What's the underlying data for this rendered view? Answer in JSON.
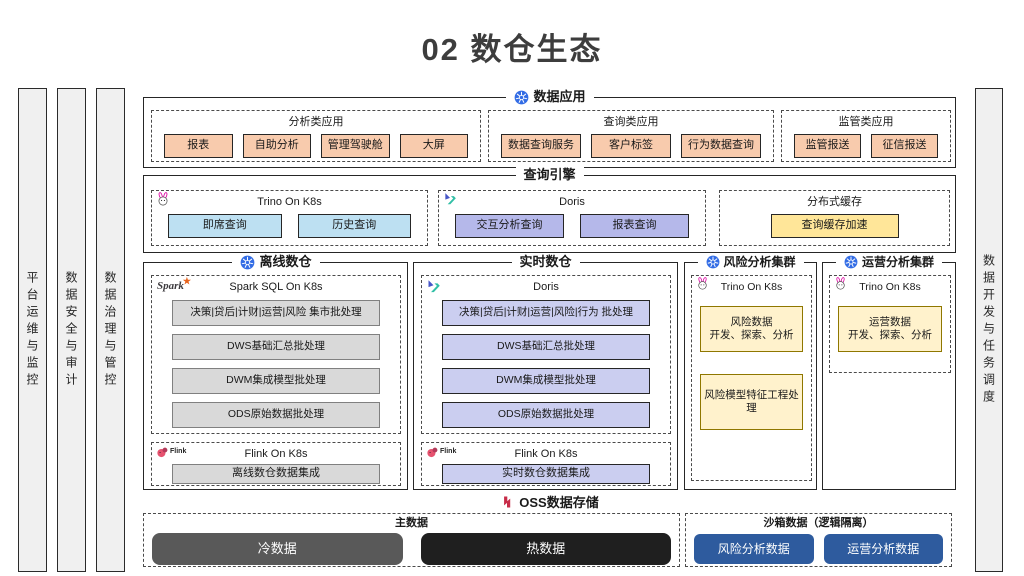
{
  "title": "02 数仓生态",
  "left_bars": [
    "平台运维与监控",
    "数据安全与审计",
    "数据治理与管控"
  ],
  "right_bar": "数据开发与任务调度",
  "data_app": {
    "title": "数据应用",
    "analysis": {
      "title": "分析类应用",
      "items": [
        "报表",
        "自助分析",
        "管理驾驶舱",
        "大屏"
      ]
    },
    "query": {
      "title": "查询类应用",
      "items": [
        "数据查询服务",
        "客户标签",
        "行为数据查询"
      ]
    },
    "regulatory": {
      "title": "监管类应用",
      "items": [
        "监管报送",
        "征信报送"
      ]
    }
  },
  "query_engine": {
    "title": "查询引擎",
    "trino": {
      "title": "Trino On K8s",
      "items": [
        "即席查询",
        "历史查询"
      ]
    },
    "doris": {
      "title": "Doris",
      "items": [
        "交互分析查询",
        "报表查询"
      ]
    },
    "cache": {
      "title": "分布式缓存",
      "items": [
        "查询缓存加速"
      ]
    }
  },
  "offline_dw": {
    "title": "离线数仓",
    "spark": {
      "title": "Spark SQL On K8s",
      "logo": "Spark",
      "items": [
        "决策|贷后|计财|运营|风险 集市批处理",
        "DWS基础汇总批处理",
        "DWM集成模型批处理",
        "ODS原始数据批处理"
      ]
    },
    "flink": {
      "title": "Flink On K8s",
      "logo": "Flink",
      "items": [
        "离线数仓数据集成"
      ]
    }
  },
  "realtime_dw": {
    "title": "实时数仓",
    "doris": {
      "title": "Doris",
      "items": [
        "决策|贷后|计财|运营|风险|行为 批处理",
        "DWS基础汇总批处理",
        "DWM集成模型批处理",
        "ODS原始数据批处理"
      ]
    },
    "flink": {
      "title": "Flink On K8s",
      "logo": "Flink",
      "items": [
        "实时数仓数据集成"
      ]
    }
  },
  "risk_cluster": {
    "title": "风险分析集群",
    "trino": {
      "title": "Trino On K8s",
      "items": [
        "风险数据\n开发、探索、分析",
        "风险模型特征工程处理"
      ]
    }
  },
  "ops_cluster": {
    "title": "运营分析集群",
    "trino": {
      "title": "Trino On K8s",
      "items": [
        "运营数据\n开发、探索、分析"
      ]
    }
  },
  "oss": {
    "title": "OSS数据存储",
    "primary": {
      "title": "主数据",
      "items": [
        "冷数据",
        "热数据"
      ]
    },
    "sandbox": {
      "title": "沙箱数据（逻辑隔离）",
      "items": [
        "风险分析数据",
        "运营分析数据"
      ]
    }
  },
  "icons": {
    "kubernetes-icon": "blue circle with white helm wheel",
    "trino-icon": "white bunny head with pink ears",
    "doris-icon": "blue triangle with teal ribbon",
    "spark-icon": "italic Spark wordmark with orange star",
    "flink-icon": "pink squirrel with Flink wordmark",
    "oss-storage-icon": "red MinIO-style glyph"
  },
  "colors": {
    "app_chip": "#f8cbad",
    "trino_chip": "#bde0f2",
    "doris_chip": "#b5b8ea",
    "realtime_chip": "#cbcef0",
    "cache_chip": "#ffe699",
    "cluster_chip": "#fff2cc",
    "offline_chip": "#d9d9d9",
    "cold_data": "#595959",
    "hot_data": "#1f1f1f",
    "sandbox_chip": "#2e5b9e",
    "kubernetes_blue": "#326ce5",
    "sidebar_fill": "#f0f0f0"
  }
}
